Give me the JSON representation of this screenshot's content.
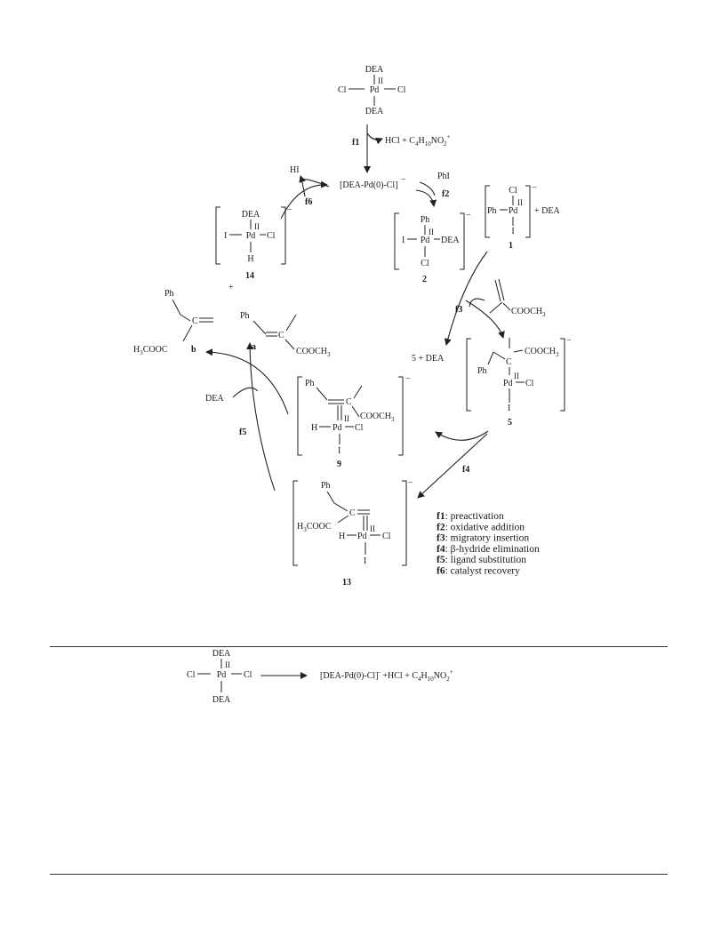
{
  "ligand": "DEA",
  "metal": "Pd",
  "ox_state": "II",
  "chloride": "Cl",
  "iodide": "I",
  "hydride": "H",
  "phenyl": "Ph",
  "carbon": "C",
  "ester": "COOCH",
  "ester_sub": "3",
  "h3cooc_main": "H",
  "h3cooc_sub": "3",
  "h3cooc_tail": "COOC",
  "minus": "−",
  "plus": "+",
  "byproduct_f1": {
    "pre": "HCl + C",
    "s1": "4",
    "m1": "H",
    "s2": "10",
    "m2": "NO",
    "s3": "2",
    "sup": "+"
  },
  "pd0_complex": "[DEA-Pd(0)-Cl]",
  "hi": "HI",
  "phi": "PhI",
  "plus_dea": "+ DEA",
  "five_plus_dea": "5 + DEA",
  "dea_label": "DEA",
  "steps": {
    "f1": "f1",
    "f2": "f2",
    "f3": "f3",
    "f4": "f4",
    "f5": "f5",
    "f6": "f6"
  },
  "compound_numbers": {
    "c1": "1",
    "c2": "2",
    "c5": "5",
    "c9": "9",
    "c13": "13",
    "c14": "14"
  },
  "product_labels": {
    "a": "a",
    "b": "b"
  },
  "legend": [
    {
      "key": "f1",
      "text": ": preactivation"
    },
    {
      "key": "f2",
      "text": ": oxidative addition"
    },
    {
      "key": "f3",
      "text": ": migratory insertion"
    },
    {
      "key": "f4",
      "text": ": β-hydride elimination"
    },
    {
      "key": "f5",
      "text": ": ligand substitution"
    },
    {
      "key": "f6",
      "text": ": catalyst recovery"
    }
  ],
  "equation": {
    "product": "[DEA-Pd(0)-Cl]",
    "product_sup": "-",
    "rest_pre": " +HCl + C",
    "s1": "4",
    "m1": "H",
    "s2": "10",
    "m2": "NO",
    "s3": "2",
    "sup2": "+"
  }
}
